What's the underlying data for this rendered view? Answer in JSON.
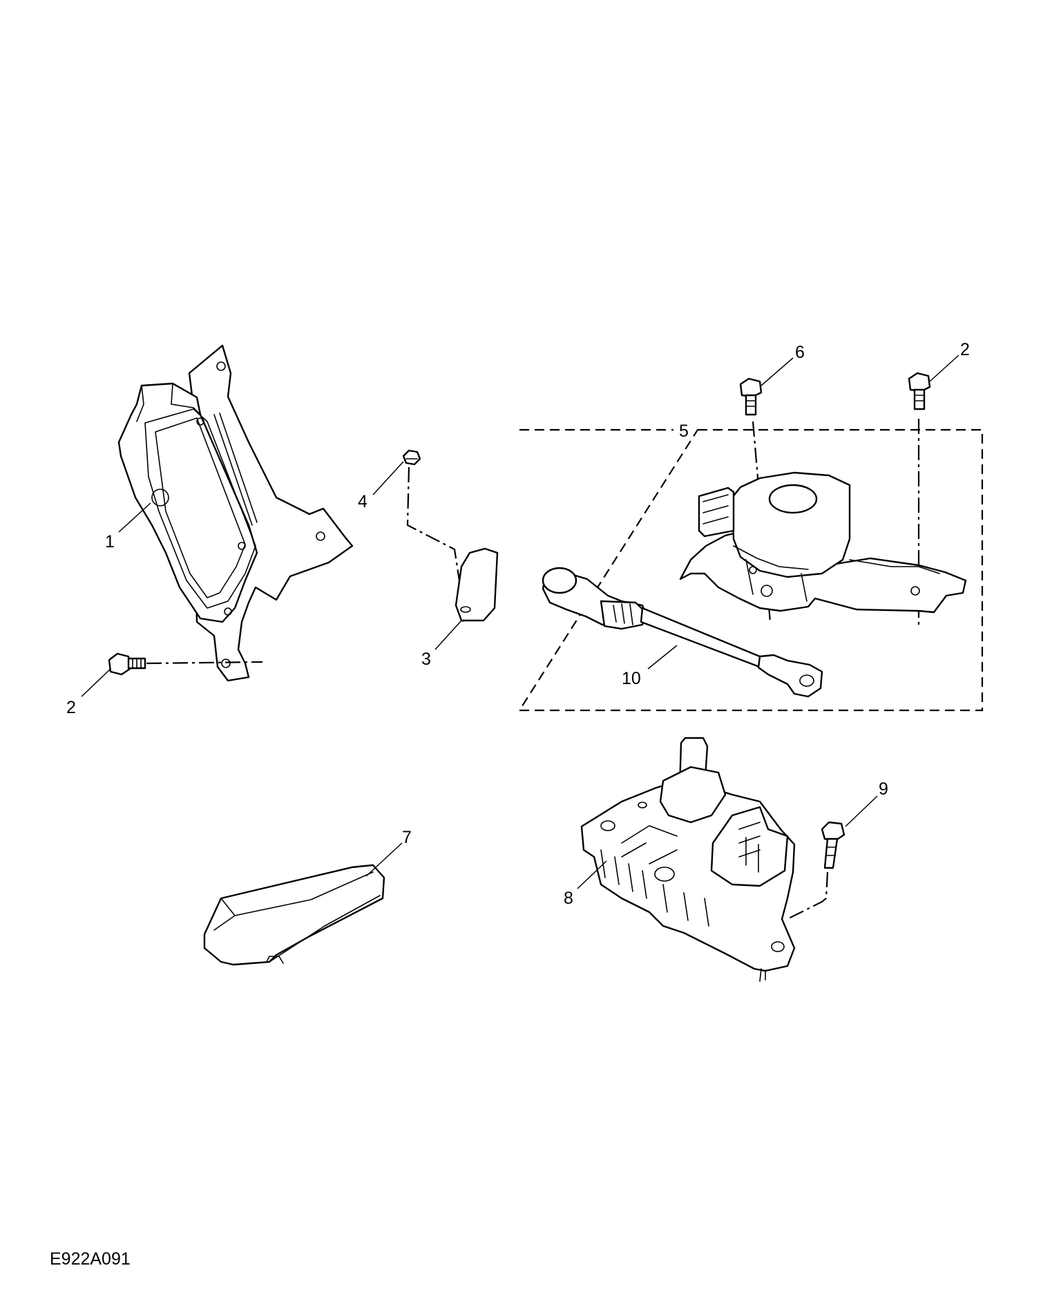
{
  "figure_id": "E922A091",
  "callouts": {
    "c1": "1",
    "c2a": "2",
    "c2b": "2",
    "c3": "3",
    "c4": "4",
    "c5": "5",
    "c6": "6",
    "c7": "7",
    "c8": "8",
    "c9": "9",
    "c10": "10"
  }
}
